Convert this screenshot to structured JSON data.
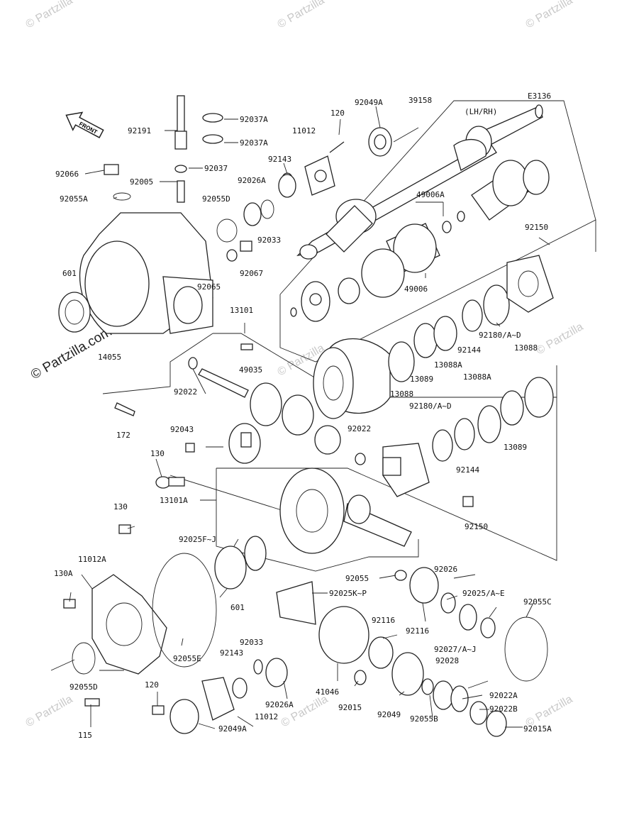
{
  "diagram": {
    "ref_code": "E3136",
    "lh_rh": "(LH/RH)",
    "front_label": "FRONT",
    "watermark": "© Partzilla.com",
    "watermark_short": "© Partzilla",
    "parts": {
      "p92191": "92191",
      "p92037A_1": "92037A",
      "p92037A_2": "92037A",
      "p92037": "92037",
      "p92066": "92066",
      "p92005": "92005",
      "p92055A": "92055A",
      "p92026A_top": "92026A",
      "p92055D_top": "92055D",
      "p92033_top": "92033",
      "p92067": "92067",
      "p92065": "92065",
      "p601_left": "601",
      "p14055": "14055",
      "p120_top": "120",
      "p11012_top": "11012",
      "p92143_top": "92143",
      "p92049A_top": "92049A",
      "p39158": "39158",
      "p49006A": "49006A",
      "p49006": "49006",
      "p92150_top": "92150",
      "p92180_top": "92180/A~D",
      "p92144_top": "92144",
      "p13088_top": "13088",
      "p13088A_top": "13088A",
      "p13089_top": "13089",
      "p13088_mid": "13088",
      "p13101": "13101",
      "p49035": "49035",
      "p92022_left": "92022",
      "p172": "172",
      "p92043": "92043",
      "p130_top": "130",
      "p92022_mid": "92022",
      "p92180_mid": "92180/A~D",
      "p13088A_mid": "13088A",
      "p13089_mid": "13089",
      "p92144_mid": "92144",
      "p13101A": "13101A",
      "p92150_bot": "92150",
      "p130_mid": "130",
      "p92025FJ": "92025F~J",
      "p11012A": "11012A",
      "p130A": "130A",
      "p601_bot": "601",
      "p92025KP": "92025K~P",
      "p92055_mid": "92055",
      "p92026_right": "92026",
      "p92025AE": "92025/A~E",
      "p92055C": "92055C",
      "p92116_a": "92116",
      "p92116_b": "92116",
      "p92055E": "92055E",
      "p92033_bot": "92033",
      "p92143_bot": "92143",
      "p92027": "92027/A~J",
      "p92028": "92028",
      "p92055D_bot": "92055D",
      "p120_bot": "120",
      "p92026A_bot": "92026A",
      "p41046": "41046",
      "p92015": "92015",
      "p92049": "92049",
      "p92055B": "92055B",
      "p92022A": "92022A",
      "p92022B": "92022B",
      "p92015A": "92015A",
      "p11012_bot": "11012",
      "p92049A_bot": "92049A",
      "p115": "115"
    }
  }
}
